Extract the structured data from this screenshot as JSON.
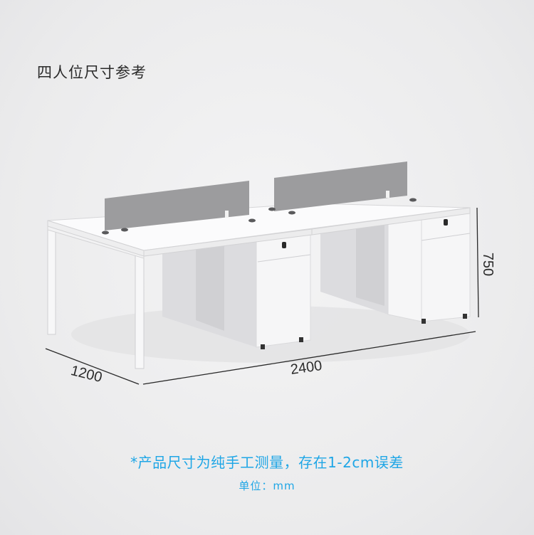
{
  "heading": "四人位尺寸参考",
  "dimensions": {
    "depth": "1200",
    "width": "2400",
    "height": "750"
  },
  "note": "*产品尺寸为纯手工测量，存在1-2cm误差",
  "unit": "单位：mm",
  "colors": {
    "accent": "#1fa6e6",
    "desk": "#ffffff",
    "divider": "#9a9a9c",
    "background": "#eeeeef"
  }
}
